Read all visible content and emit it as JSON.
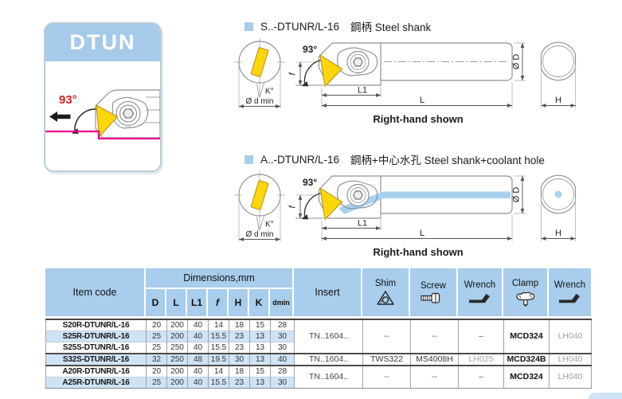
{
  "dtun_box": {
    "title": "DTUN",
    "angle_label": "93°"
  },
  "sections": [
    {
      "code": "S..-DTUNR/L-16",
      "desc": "鋼柄 Steel shank",
      "caption": "Right-hand shown"
    },
    {
      "code": "A..-DTUNR/L-16",
      "desc": "鋼柄+中心水孔 Steel shank+coolant hole",
      "caption": "Right-hand shown"
    }
  ],
  "drawing_labels": {
    "angle": "93°",
    "f": "f",
    "l1": "L1",
    "l": "L",
    "dia_d": "Ø D",
    "h": "H",
    "k": "K°",
    "dmin": "Ø d min"
  },
  "icons": {
    "shim": "shim-triangle-icon",
    "screw": "screw-icon",
    "wrench": "hex-key-icon",
    "clamp": "clamp-icon"
  },
  "table": {
    "header": {
      "item": "Item code",
      "dims": "Dimensions,mm",
      "cols": [
        "D",
        "L",
        "L1",
        "f",
        "H",
        "K",
        "dmin"
      ],
      "insert": "Insert",
      "tools": [
        "Shim",
        "Screw",
        "Wrench",
        "Clamp",
        "Wrench"
      ]
    },
    "rows": [
      {
        "item": "S20R-DTUNR/L-16",
        "d": "20",
        "l": "200",
        "l1": "40",
        "f": "14",
        "h": "18",
        "k": "15",
        "dmin": "28"
      },
      {
        "item": "S25R-DTUNR/L-16",
        "d": "25",
        "l": "200",
        "l1": "40",
        "f": "15.5",
        "h": "23",
        "k": "13",
        "dmin": "30"
      },
      {
        "item": "S25S-DTUNR/L-16",
        "d": "25",
        "l": "250",
        "l1": "40",
        "f": "15.5",
        "h": "23",
        "k": "13",
        "dmin": "30"
      },
      {
        "item": "S32S-DTUNR/L-16",
        "d": "32",
        "l": "250",
        "l1": "48",
        "f": "19.5",
        "h": "30",
        "k": "13",
        "dmin": "40"
      },
      {
        "item": "A20R-DTUNR/L-16",
        "d": "20",
        "l": "200",
        "l1": "40",
        "f": "14",
        "h": "18",
        "k": "15",
        "dmin": "28"
      },
      {
        "item": "A25R-DTUNR/L-16",
        "d": "25",
        "l": "200",
        "l1": "40",
        "f": "15.5",
        "h": "23",
        "k": "13",
        "dmin": "30"
      }
    ],
    "groups": [
      {
        "insert": "TN..1604..",
        "shim": "--",
        "screw": "--",
        "wrench": "–",
        "clamp": "MCD324",
        "wrench2": "LH040"
      },
      {
        "insert": "TN..1604..",
        "shim": "TWS322",
        "screw": "MS4008H",
        "wrench": "LH025",
        "clamp": "MCD324B",
        "wrench2": "LH040"
      },
      {
        "insert": "TN..1604..",
        "shim": "--",
        "screw": "--",
        "wrench": "–",
        "clamp": "MCD324",
        "wrench2": "LH040"
      }
    ]
  },
  "colors": {
    "header_blue": "#a9cdec",
    "row_alt_blue": "#cfe3f5",
    "magenta": "#ec008c",
    "insert_yellow": "#ffd60a",
    "coolant_blue": "#a9d2f0",
    "angle_red": "#d42020"
  }
}
